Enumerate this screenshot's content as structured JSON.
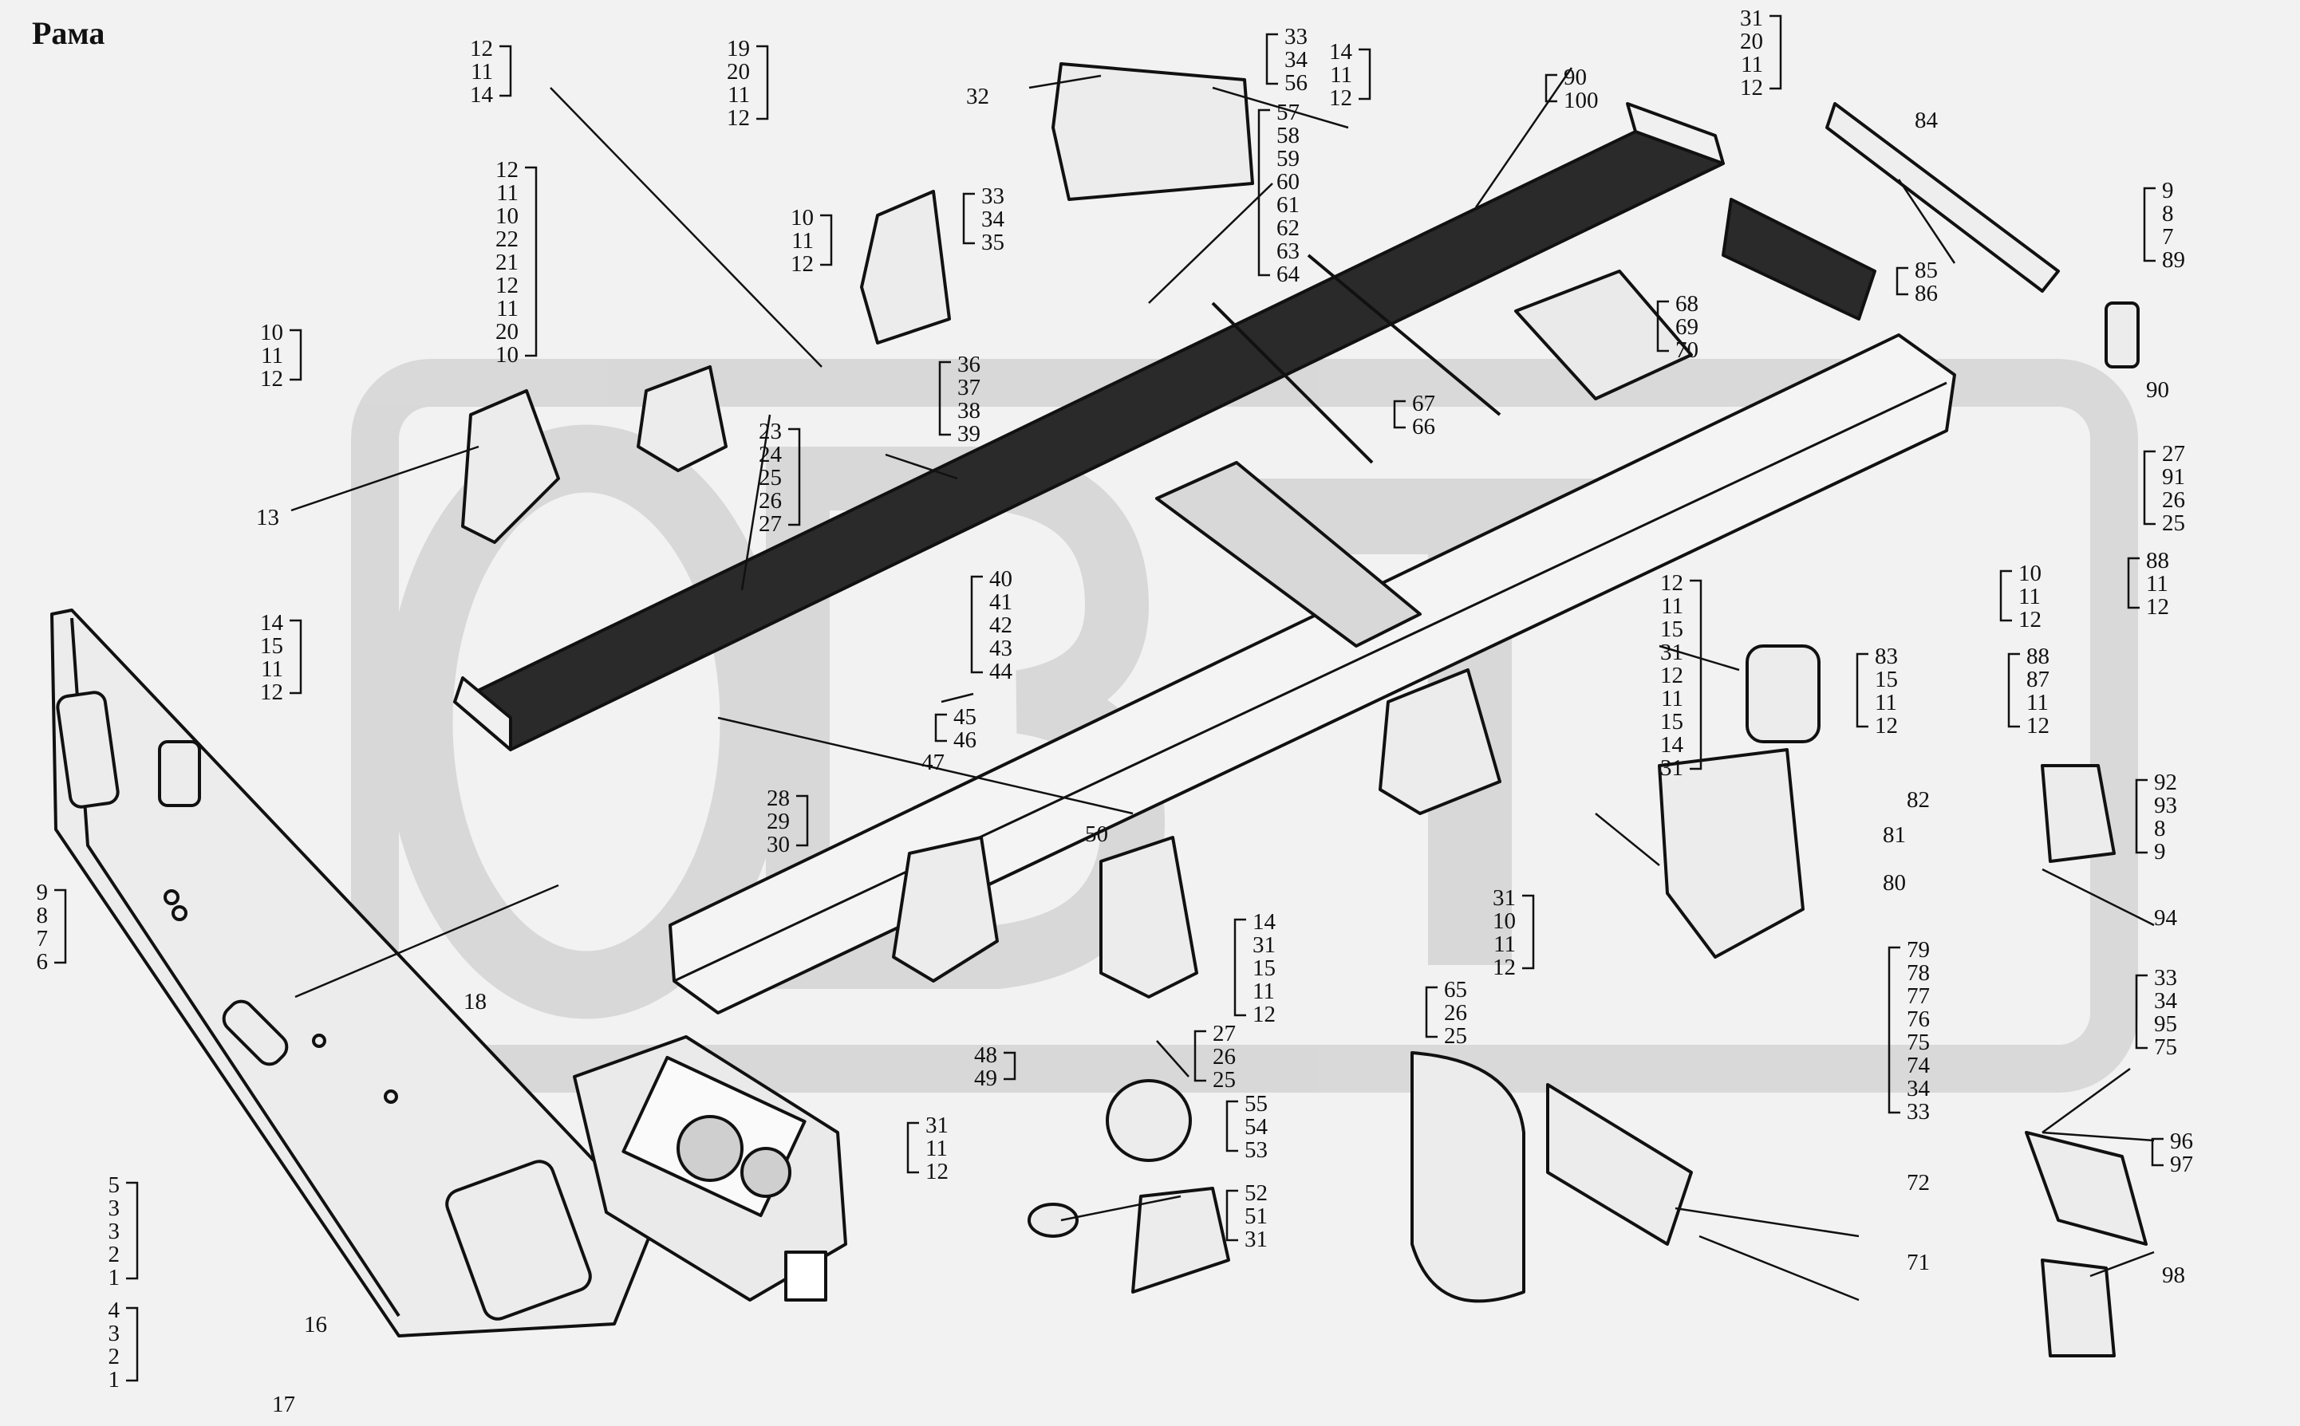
{
  "title": "Рама",
  "watermark": "ОВТ",
  "colors": {
    "background": "#f2f2f2",
    "ink": "#111111",
    "watermark": "#d6d6d6"
  },
  "groups": [
    [
      "12",
      "11",
      "14"
    ],
    [
      "19",
      "20",
      "11",
      "12"
    ],
    [
      "32"
    ],
    [
      "33",
      "34",
      "56"
    ],
    [
      "57",
      "58",
      "59",
      "60",
      "61",
      "62",
      "63",
      "64"
    ],
    [
      "14",
      "11",
      "12"
    ],
    [
      "90",
      "100"
    ],
    [
      "31",
      "20",
      "11",
      "12"
    ],
    [
      "84"
    ],
    [
      "12",
      "11",
      "10",
      "22",
      "21",
      "12",
      "11",
      "20",
      "10"
    ],
    [
      "10",
      "11",
      "12"
    ],
    [
      "33",
      "34",
      "35"
    ],
    [
      "10",
      "11",
      "12"
    ],
    [
      "9",
      "8",
      "7",
      "89"
    ],
    [
      "85",
      "86"
    ],
    [
      "68",
      "69",
      "70"
    ],
    [
      "90"
    ],
    [
      "36",
      "37",
      "38",
      "39"
    ],
    [
      "23",
      "24",
      "25",
      "26",
      "27"
    ],
    [
      "67",
      "66"
    ],
    [
      "13"
    ],
    [
      "27",
      "91",
      "26",
      "25"
    ],
    [
      "88",
      "11",
      "12"
    ],
    [
      "10",
      "11",
      "12"
    ],
    [
      "40",
      "41",
      "42",
      "43",
      "44"
    ],
    [
      "14",
      "15",
      "11",
      "12"
    ],
    [
      "12",
      "11",
      "15",
      "31",
      "12",
      "11",
      "15",
      "14",
      "31"
    ],
    [
      "83",
      "15",
      "11",
      "12"
    ],
    [
      "88",
      "87",
      "11",
      "12"
    ],
    [
      "45",
      "46"
    ],
    [
      "47"
    ],
    [
      "82"
    ],
    [
      "28",
      "29",
      "30"
    ],
    [
      "50"
    ],
    [
      "81"
    ],
    [
      "92",
      "93",
      "8",
      "9"
    ],
    [
      "80"
    ],
    [
      "94"
    ],
    [
      "9",
      "8",
      "7",
      "6"
    ],
    [
      "18"
    ],
    [
      "31",
      "10",
      "11",
      "12"
    ],
    [
      "14",
      "31",
      "15",
      "11",
      "12"
    ],
    [
      "79",
      "78",
      "77",
      "76",
      "75",
      "74",
      "34",
      "33"
    ],
    [
      "33",
      "34",
      "95",
      "75"
    ],
    [
      "65",
      "26",
      "25"
    ],
    [
      "48",
      "49"
    ],
    [
      "27",
      "26",
      "25"
    ],
    [
      "55",
      "54",
      "53"
    ],
    [
      "31",
      "11",
      "12"
    ],
    [
      "5",
      "3",
      "3",
      "2",
      "1"
    ],
    [
      "96",
      "97"
    ],
    [
      "52",
      "51",
      "31"
    ],
    [
      "72"
    ],
    [
      "71"
    ],
    [
      "4",
      "3",
      "2",
      "1"
    ],
    [
      "16"
    ],
    [
      "98"
    ],
    [
      "17"
    ]
  ]
}
